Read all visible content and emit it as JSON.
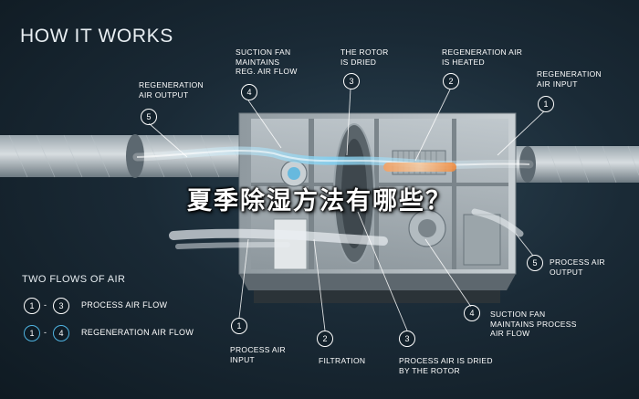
{
  "header": {
    "title": "HOW IT WORKS"
  },
  "overlay": {
    "title": "夏季除湿方法有哪些？"
  },
  "callouts_top": [
    {
      "number": "5",
      "label": "REGENERATION\nAIR OUTPUT"
    },
    {
      "number": "4",
      "label": "SUCTION FAN\nMAINTAINS\nREG. AIR FLOW"
    },
    {
      "number": "3",
      "label": "THE ROTOR\nIS DRIED"
    },
    {
      "number": "2",
      "label": "REGENERATION AIR\nIS HEATED"
    },
    {
      "number": "1",
      "label": "REGENERATION\nAIR INPUT"
    }
  ],
  "callouts_bottom": [
    {
      "number": "1",
      "label": "PROCESS AIR\nINPUT"
    },
    {
      "number": "2",
      "label": "FILTRATION"
    },
    {
      "number": "3",
      "label": "PROCESS AIR IS DRIED\nBY THE ROTOR"
    },
    {
      "number": "4",
      "label": "SUCTION FAN\nMAINTAINS PROCESS\nAIR FLOW"
    },
    {
      "number": "5",
      "label": "PROCESS AIR\nOUTPUT"
    }
  ],
  "legend": {
    "title": "TWO FLOWS OF AIR",
    "items": [
      {
        "from": "1",
        "sep": "-",
        "to": "3",
        "label": "PROCESS AIR FLOW",
        "color": "#e9eef2"
      },
      {
        "from": "1",
        "sep": "-",
        "to": "4",
        "label": "REGENERATION AIR FLOW",
        "color": "#4fb3e0"
      }
    ]
  },
  "colors": {
    "process_air": "#e9eef2",
    "regeneration_air": "#4fb3e0",
    "heated_air": "#f08a3c"
  }
}
